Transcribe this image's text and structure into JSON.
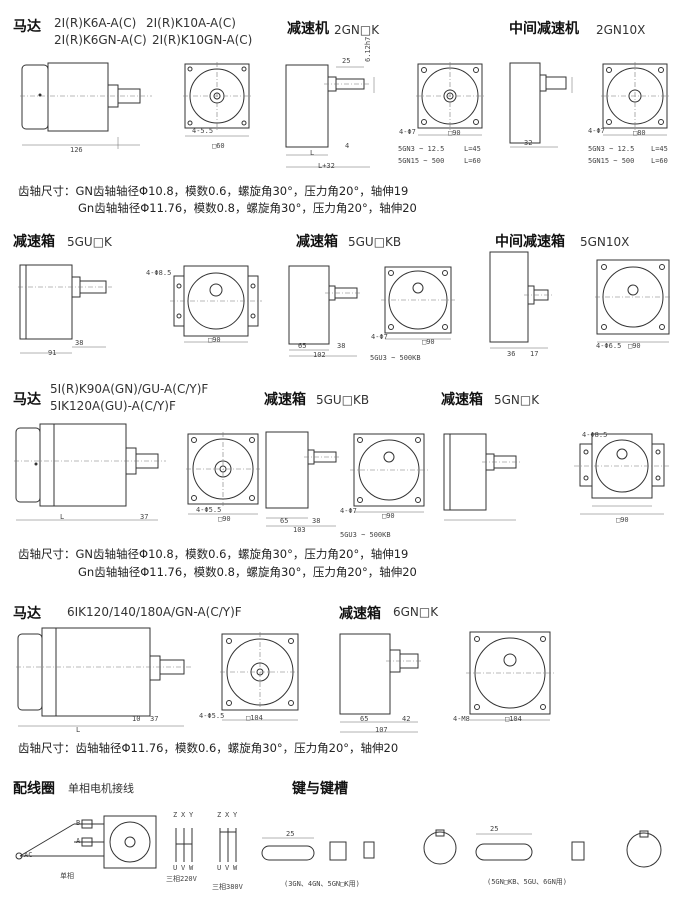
{
  "sec1": {
    "motor_title": "马达",
    "motor_models": [
      "2I(R)K6A-A(C)",
      "2I(R)K10A-A(C)",
      "2I(R)K6GN-A(C)",
      "2I(R)K10GN-A(C)"
    ],
    "gear_title": "减速机",
    "gear_model": "2GN□K",
    "inter_title": "中间减速机",
    "inter_model": "2GN10X",
    "dims": {
      "m_len": "126",
      "m_side": "□60",
      "m_hole": "4-5.5",
      "g_top": "25",
      "g_len": "L",
      "g_l32": "L+32",
      "g_4": "4",
      "g_key": "6.12h7",
      "g_holes": "4-Φ7",
      "g_side": "□90",
      "g_t1": "5GN3 ~ 12.5",
      "g_t2": "5GN15 ~ 500",
      "g_v1": "L=45",
      "g_v2": "L=60",
      "i_len": "32",
      "i_holes": "4-Φ7",
      "i_side": "□80",
      "i_t1": "5GN3 ~ 12.5",
      "i_t2": "5GN15 ~ 500",
      "i_v1": "L=45",
      "i_v2": "L=60"
    },
    "spec1": "齿轴尺寸：GN齿轴轴径Φ10.8，模数0.6，螺旋角30°，压力角20°，轴伸19",
    "spec2": "Gn齿轴轴径Φ11.76，模数0.8，螺旋角30°，压力角20°，轴伸20"
  },
  "sec2": {
    "a_title": "减速箱",
    "a_model": "5GU□K",
    "b_title": "减速箱",
    "b_model": "5GU□KB",
    "c_title": "中间减速箱",
    "c_model": "5GN10X",
    "dims": {
      "a_38": "38",
      "a_91": "91",
      "a_holes": "4-Φ8.5",
      "a_side": "□90",
      "b_65": "65",
      "b_38": "38",
      "b_102": "102",
      "b_holes": "4-Φ7",
      "b_side": "□90",
      "b_range": "5GU3 ~ 500KB",
      "c_36": "36",
      "c_17": "17",
      "c_holes": "4-Φ6.5",
      "c_side": "□90"
    }
  },
  "sec3": {
    "motor_title": "马达",
    "motor_models": [
      "5I(R)K90A(GN)/GU-A(C/Y)F",
      "5IK120A(GU)-A(C/Y)F"
    ],
    "b_title": "减速箱",
    "b_model": "5GU□KB",
    "c_title": "减速箱",
    "c_model": "5GN□K",
    "dims": {
      "m_len": "L",
      "m_37": "37",
      "m_holes": "4-Φ5.5",
      "m_side": "□90",
      "b_65": "65",
      "b_38": "38",
      "b_103": "103",
      "b_holes": "4-Φ7",
      "b_side": "□90",
      "b_range": "5GU3 ~ 500KB",
      "c_holes": "4-Φ8.5",
      "c_side": "□90"
    },
    "spec1": "齿轴尺寸：GN齿轴轴径Φ10.8，模数0.6，螺旋角30°，压力角20°，轴伸19",
    "spec2": "Gn齿轴轴径Φ11.76，模数0.8，螺旋角30°，压力角20°，轴伸20"
  },
  "sec4": {
    "motor_title": "马达",
    "motor_model": "6IK120/140/180A/GN-A(C/Y)F",
    "gear_title": "减速箱",
    "gear_model": "6GN□K",
    "dims": {
      "m_len": "L",
      "m_10": "10",
      "m_37": "37",
      "m_holes": "4-Φ5.5",
      "m_side": "□104",
      "g_65": "65",
      "g_42": "42",
      "g_107": "107",
      "g_holes": "4-M8",
      "g_side": "□104"
    },
    "spec": "齿轴尺寸：齿轴轴径Φ11.76，模数0.6，螺旋角30°，压力角20°，轴伸20"
  },
  "sec5": {
    "wiring_title": "配线圈",
    "wiring_sub": "单相电机接线",
    "key_title": "键与键槽",
    "labels": {
      "b": "B",
      "a": "A",
      "ac": "AC",
      "single": "单相",
      "z": "Z",
      "x": "X",
      "y": "Y",
      "u": "U",
      "v": "V",
      "w": "W",
      "p220": "三相220V",
      "p380": "三相380V",
      "k1_note": "(3GN、4GN、5GN□K用)",
      "k2_note": "(5GN□KB、5GU、6GN用)",
      "k1_len": "25",
      "k2_len": "25"
    }
  }
}
